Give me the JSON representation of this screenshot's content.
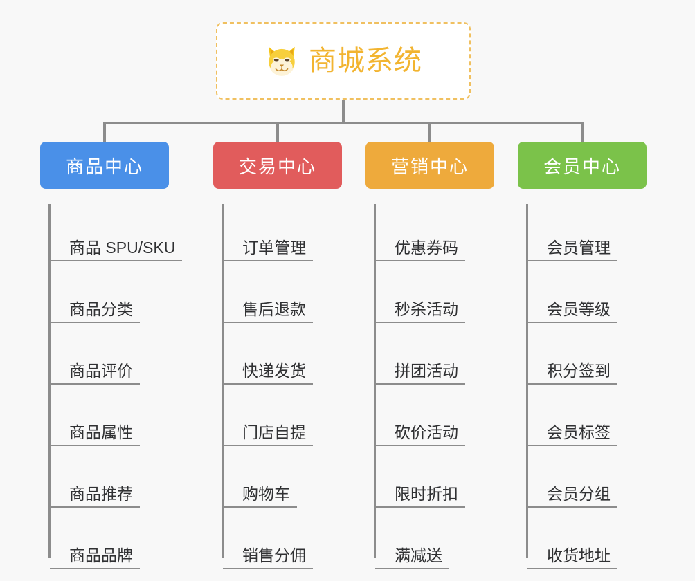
{
  "root": {
    "title": "商城系统",
    "icon": "shiba-dog-icon",
    "border_color": "#f0c060",
    "text_color": "#f2b430"
  },
  "connector_color": "#8c8c8c",
  "background_color": "#f8f8f8",
  "categories": [
    {
      "label": "商品中心",
      "color": "#4a90e8",
      "items": [
        "商品 SPU/SKU",
        "商品分类",
        "商品评价",
        "商品属性",
        "商品推荐",
        "商品品牌"
      ]
    },
    {
      "label": "交易中心",
      "color": "#e15c5c",
      "items": [
        "订单管理",
        "售后退款",
        "快递发货",
        "门店自提",
        "购物车",
        "销售分佣"
      ]
    },
    {
      "label": "营销中心",
      "color": "#eeaa3c",
      "items": [
        "优惠券码",
        "秒杀活动",
        "拼团活动",
        "砍价活动",
        "限时折扣",
        "满减送"
      ]
    },
    {
      "label": "会员中心",
      "color": "#7bc24a",
      "items": [
        "会员管理",
        "会员等级",
        "积分签到",
        "会员标签",
        "会员分组",
        "收货地址"
      ]
    }
  ]
}
